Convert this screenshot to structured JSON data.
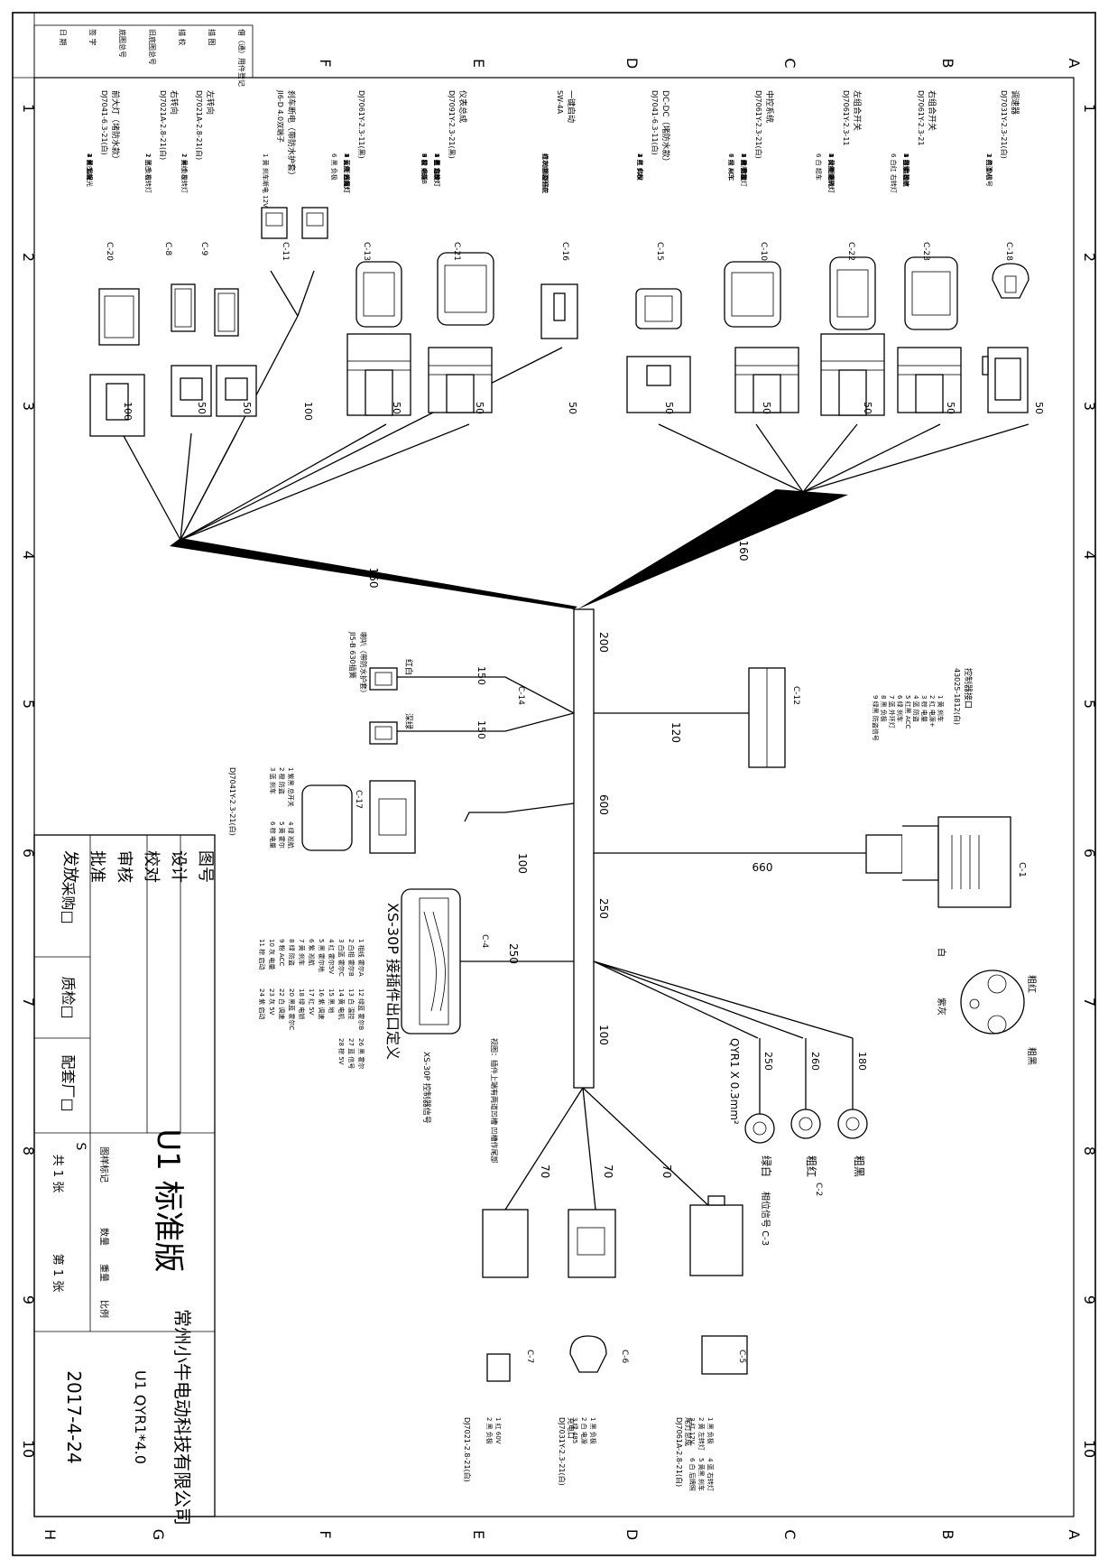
{
  "frame": {
    "cols_top": [
      "A",
      "B",
      "C",
      "D",
      "E",
      "F"
    ],
    "cols_bottom": [
      "A",
      "B",
      "C",
      "D",
      "E",
      "F",
      "G",
      "H"
    ],
    "rows": [
      "1",
      "2",
      "3",
      "4",
      "5",
      "6",
      "7",
      "8",
      "9",
      "10"
    ]
  },
  "title_block": {
    "title": "U1 标准版",
    "company": "常州小牛电动科技有限公司",
    "model": "U1 QYR1*4.0",
    "date": "2017-4-24",
    "sheet_total": "共 1 张",
    "sheet_no": "第 1 张",
    "stage": "S",
    "stage_label": "图样标记",
    "qty": "数量",
    "weight": "重量",
    "scale": "比例",
    "drawing_no": "图号",
    "design": "设计",
    "check": "校对",
    "review": "审核",
    "approve": "批准",
    "issue": "发放",
    "purchase": "采购□",
    "quality": "质检□",
    "supplier": "配套厂□"
  },
  "side_labels": [
    "借（通）用件登记",
    "描 图",
    "描 校",
    "旧底图总号",
    "底图总号",
    "签 字",
    "日 期"
  ],
  "branches": [
    {
      "id": "C-18",
      "name": "调速器",
      "part": "DJ7031Y-2.3-21(白)",
      "len": "50",
      "pins": [
        "1 白蓝 信号",
        "2 红 5V",
        "3 黑 负极"
      ]
    },
    {
      "id": "C-23",
      "name": "右组合开关",
      "part": "DJ7061Y-2.3-21",
      "len": "50",
      "pins": [
        "1 黑 负极",
        "2 白黄 加速",
        "3 白紫 巡航",
        "4 绿 启动P",
        "5 蓝 负极",
        "6 白红 右转灯"
      ]
    },
    {
      "id": "C-22",
      "name": "左组合开关",
      "part": "DJ7061Y-2.3-11",
      "len": "50",
      "pins": [
        "1 黄黑 喇叭",
        "2 黄红 左转灯",
        "3 黄白 远光灯",
        "4 绿 喇叭",
        "5 黄 近光",
        "6 白 超车"
      ]
    },
    {
      "id": "C-10",
      "name": "中控系统",
      "part": "DJ7061Y-2.3-21(白)",
      "len": "50",
      "pins": [
        "1 红 60V",
        "2 黑 负极",
        "3 绿黑 尾灯",
        "4 黄 霍尔",
        "5 白 防盗",
        "6 绿 ACC",
        "7 黑 刹车"
      ]
    },
    {
      "id": "C-15",
      "name": "DC-DC（堵防水款）",
      "part": "DJ7041-6.3-11(白)",
      "len": "50",
      "pins": [
        "1 红 60V",
        "2 黑 负极",
        "3 黑 负极",
        "4 红 12V"
      ]
    },
    {
      "id": "C-16",
      "name": "一键启动",
      "part": "SW-4A",
      "len": "50",
      "pins": [
        "红 外环灯",
        "红2 启动开关",
        "白灰 防盗开关",
        "绿灰 防盗感应"
      ]
    },
    {
      "id": "C-21",
      "name": "仪表总成",
      "part": "DJ7091Y-2.3-21(黑)",
      "len": "50",
      "pins": [
        "1 红 12V",
        "2 黑 负极",
        "3 白 速度",
        "4 黄 左转灯",
        "5 蓝 右转灯",
        "6 绿 远光",
        "7 棕 电量",
        "8 灰 485",
        "9 紫 485B"
      ]
    },
    {
      "id": "C-13",
      "name": "",
      "part": "DJ7061Y-2.3-11(黑)",
      "len": "50",
      "pins": [
        "1 黄黑 刹车灯",
        "2 蓝白 右前灯",
        "3 黄红 右转灯",
        "4 黄白 远光灯",
        "5 黄 近光灯",
        "6 黑 负极"
      ]
    },
    {
      "id": "C-11",
      "name": "刹车断电（带防水护套）",
      "part": "JI6-D 4.0双端子",
      "len": "100",
      "pins": [
        "1 黄 刹车断电 12V"
      ]
    },
    {
      "id": "C-9",
      "name": "左转向",
      "part": "DJ7021A-2.8-21(白)",
      "len": "50",
      "pins": [
        "1 黄红 左转灯",
        "2 黑 负极"
      ]
    },
    {
      "id": "C-8",
      "name": "右转向",
      "part": "DJ7021A-2.8-21(白)",
      "len": "50",
      "pins": [
        "1 蓝白 右转灯",
        "2 黑 负极"
      ]
    },
    {
      "id": "C-20",
      "name": "前大灯（堵防水款）",
      "part": "DJ7041-6.3-21(白)",
      "len": "100",
      "pins": [
        "1 黄 远光",
        "2 黄白 近光",
        "3 红 12V",
        "4 黑 负极"
      ]
    }
  ],
  "trunk": {
    "l1": "160",
    "l2": "160",
    "s1": "200",
    "s2": "600",
    "s3": "250",
    "s4": "100"
  },
  "horn": {
    "id": "C-14",
    "name": "喇叭（带防水护套）",
    "part": "JI5-B 630插簧",
    "red_white": "红白",
    "green_black": "深绿",
    "len1": "150",
    "len2": "150"
  },
  "charger": {
    "id": "C-12",
    "name": "控制器接口",
    "part": "43025-1812(白)",
    "len": "120",
    "pins": [
      "1 黄 刹车",
      "2 红 电源+",
      "3 棕 电量",
      "4 蓝 防盗",
      "5 红黑 ACC",
      "6 绿 刹车",
      "7 蓝 外环灯",
      "8 黑 负极",
      "9 绿黑 防盗信号"
    ]
  },
  "c17": {
    "id": "C-17",
    "name": "",
    "part": "DJ7041Y-2.3-21(白)",
    "len": "100",
    "pins": [
      "1 紫黑 总开关",
      "2 橙 防盗",
      "3 蓝 刹车",
      "4 绿 巡航",
      "5 黄 霍尔",
      "6 棕 电量"
    ]
  },
  "power": {
    "id": "C-1",
    "len": "660",
    "wires": [
      "粗红",
      "紫灰",
      "粗黑",
      "白"
    ]
  },
  "xs30": {
    "id": "C-4",
    "len": "250",
    "title": "XS-30P 接插件出口定义",
    "note": "视图：插件上端有两道凹槽 凹槽作尾部",
    "label": "XS-30P 控制器信号",
    "pins": [
      "1 相线 霍尔A",
      "2 白相 霍尔B",
      "3 白蓝 霍尔C",
      "4 红 霍尔5V",
      "5 黑 霍尔地",
      "6 紫 巡航",
      "7 黄 刹车",
      "8 绿 防盗",
      "9 粉 ACC",
      "10 灰 电量",
      "11 棕 启动",
      "12 绿蓝 霍尔B",
      "13 白 温控",
      "14 黄 电机",
      "15 黑 地",
      "16 紫 调速",
      "17 红 5V",
      "18 绿 电锁",
      "20 黑蓝 霍尔C",
      "22 白 调速",
      "23 灰 5V",
      "24 紫 启动",
      "26 黑 霍尔",
      "27 蓝 信号",
      "28 棕 5V"
    ]
  },
  "motor": {
    "id": "C-2",
    "lugs": [
      "250",
      "260",
      "180"
    ],
    "cable": "QYR1 X 0.3mm²",
    "names": [
      "绿白",
      "粗红",
      "粗黑"
    ],
    "phase": "相位信号 C-3"
  },
  "bottom": [
    {
      "id": "C-7",
      "name": "",
      "part": "DJ7021-2.8-21(白)",
      "len": "70",
      "pins": [
        "1 红 60V",
        "2 黑 负极"
      ]
    },
    {
      "id": "C-6",
      "name": "充电口",
      "part": "DJ7031Y-2.3-21(白)",
      "len": "70",
      "pins": [
        "1 黑 负极",
        "2 白 电源",
        "3 绿 485"
      ]
    },
    {
      "id": "C-5",
      "name": "尾灯总成",
      "part": "DJ7061A-2.8-21(白)",
      "len": "70",
      "pins": [
        "1 黑 负极",
        "2 黄 左转灯",
        "3 红 12V",
        "4 蓝 右转灯",
        "5 黄黑 刹车",
        "6 白 后牌照"
      ]
    }
  ]
}
